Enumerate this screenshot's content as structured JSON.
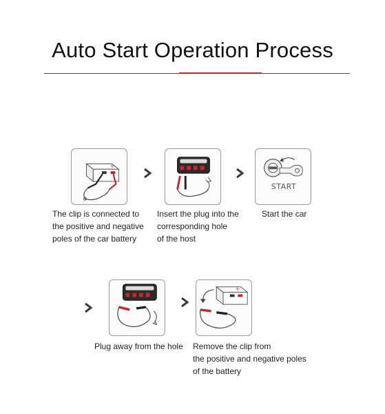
{
  "title": "Auto Start Operation Process",
  "accent_color": "#c8262b",
  "steps": [
    {
      "icon": "battery-clamps-illustration",
      "lines": [
        "The clip is connected to",
        "the positive and negative",
        "poles of the car battery"
      ]
    },
    {
      "icon": "jump-starter-plug-in-illustration",
      "lines": [
        "Insert the plug into the",
        "corresponding hole",
        "of the host"
      ]
    },
    {
      "icon": "ignition-key-start-illustration",
      "panel_label": "START",
      "lines": [
        "Start the car"
      ]
    },
    {
      "icon": "jump-starter-unplug-illustration",
      "lines": [
        "Plug away from the hole"
      ]
    },
    {
      "icon": "battery-clamps-removal-illustration",
      "lines": [
        "Remove the clip from",
        "the positive and negative poles",
        "of the battery"
      ]
    }
  ]
}
